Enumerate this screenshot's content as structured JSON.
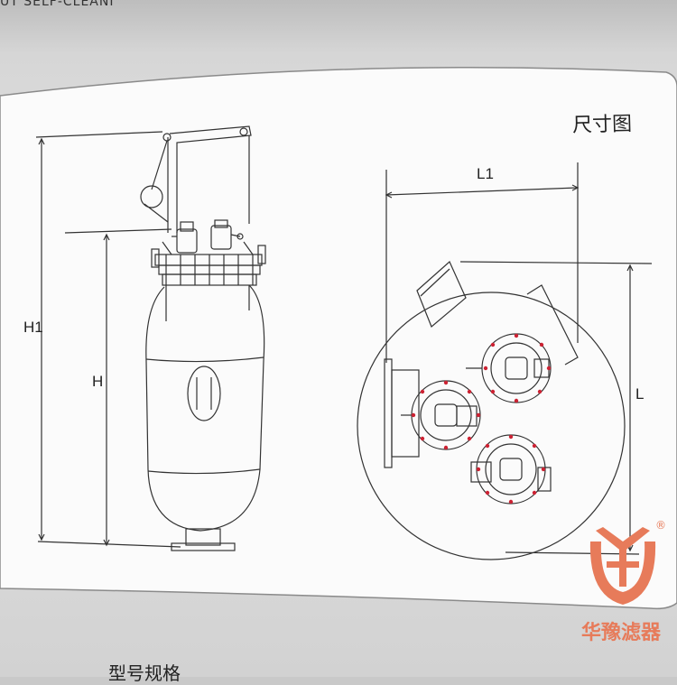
{
  "header_strip": "UT SELF-CLEANI",
  "drawing": {
    "title": "尺寸图",
    "labels": {
      "h1": "H1",
      "h": "H",
      "l1": "L1",
      "l": "L"
    }
  },
  "logo": {
    "monogram": "HY",
    "registered": "®",
    "company": "华豫滤器",
    "color": "#e77b5a"
  },
  "bottom_caption": "型号规格"
}
